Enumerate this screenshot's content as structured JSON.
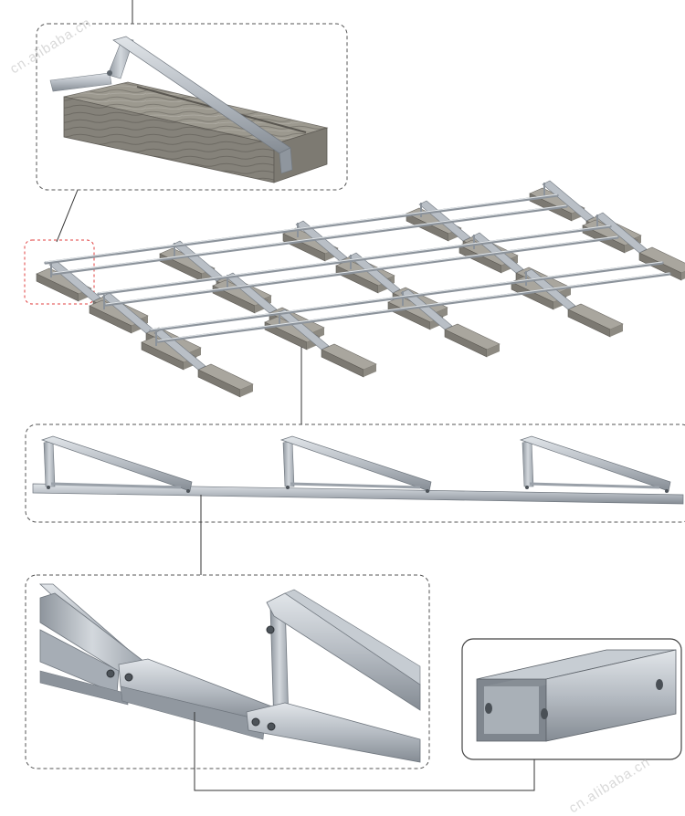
{
  "watermark": {
    "top_left": "cn.alibaba.cn",
    "bottom_right": "cn.alibaba.cn"
  },
  "colors": {
    "metal_light": "#c9ced4",
    "metal_mid": "#9aa2ab",
    "metal_dark": "#6e767f",
    "concrete_light": "#a7a49c",
    "concrete_dark": "#6f6c66",
    "dash_border": "#555555",
    "highlight_dash": "#e04040",
    "leader_line": "#333333"
  },
  "callouts": [
    {
      "id": "detail-ballast-block",
      "icon": "ballast-block-closeup"
    },
    {
      "id": "detail-triangle-row",
      "icon": "triangle-frame-row"
    },
    {
      "id": "detail-joint",
      "icon": "rail-joint-closeup"
    },
    {
      "id": "detail-connector",
      "icon": "square-tube-connector"
    }
  ]
}
